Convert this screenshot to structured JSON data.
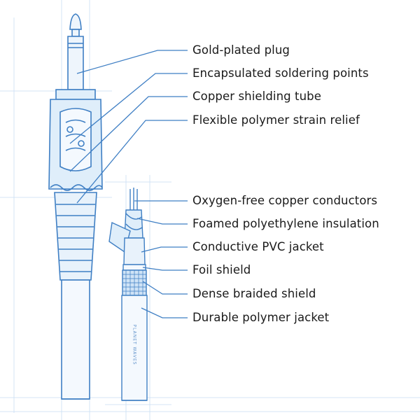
{
  "plug_labels": [
    "Gold-plated plug",
    "Encapsulated soldering points",
    "Copper shielding tube",
    "Flexible polymer strain relief"
  ],
  "cable_labels": [
    "Oxygen-free copper conductors",
    "Foamed polyethylene insulation",
    "Conductive PVC jacket",
    "Foil shield",
    "Dense braided shield",
    "Durable polymer jacket"
  ],
  "cable_print": "PLANET WAVES",
  "colors": {
    "line": "#3f7fc4",
    "fill": "#dfeefa",
    "grid": "#c9def3",
    "text": "#1a1a1a"
  }
}
